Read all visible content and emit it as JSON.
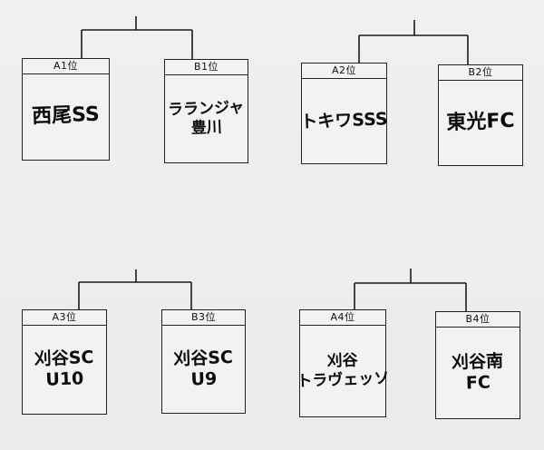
{
  "brackets": [
    {
      "teams": [
        {
          "seed": "A1位",
          "name_lines": [
            "西尾SS"
          ]
        },
        {
          "seed": "B1位",
          "name_lines": [
            "ラランジャ",
            "豊川"
          ]
        }
      ]
    },
    {
      "teams": [
        {
          "seed": "A2位",
          "name_lines": [
            "トキワSSS"
          ]
        },
        {
          "seed": "B2位",
          "name_lines": [
            "東光FC"
          ]
        }
      ]
    },
    {
      "teams": [
        {
          "seed": "A3位",
          "name_lines": [
            "刈谷SC",
            "U10"
          ]
        },
        {
          "seed": "B3位",
          "name_lines": [
            "刈谷SC",
            "U9"
          ]
        }
      ]
    },
    {
      "teams": [
        {
          "seed": "A4位",
          "name_lines": [
            "刈谷",
            "トラヴェッソ"
          ]
        },
        {
          "seed": "B4位",
          "name_lines": [
            "刈谷南",
            "FC"
          ]
        }
      ]
    }
  ]
}
